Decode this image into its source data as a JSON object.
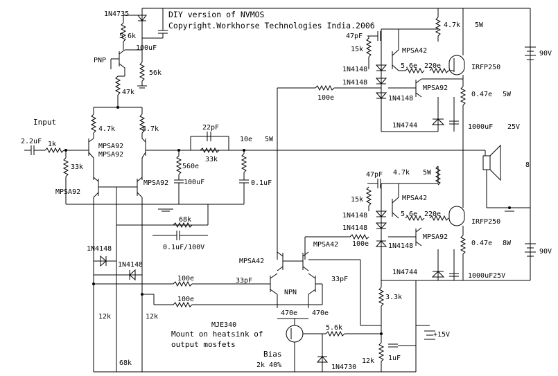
{
  "header": {
    "line1": "DIY version of NVMOS",
    "line2": "Copyright.Workhorse Technologies India.2006"
  },
  "labels": {
    "input": "Input",
    "pnp": "PNP",
    "npn": "NPN",
    "bias": "Bias",
    "mount_line1": "Mount on heatsink of",
    "mount_line2": "output mosfets"
  },
  "input_stage": {
    "zener": "1N4735",
    "r_56k_top": "5.6k",
    "cap_100uf": "100uF",
    "r_56k": "56k",
    "r_47k": "47k",
    "r_47k_left": "4.7k",
    "r_47k_right": "4.7k",
    "cin": "2.2uF",
    "rin": "1k",
    "r_33k": "33k",
    "q_pair1": "MPSA92",
    "q_pair2": "MPSA92",
    "q_mirror_left": "MPSA92",
    "q_mirror_right": "MPSA92"
  },
  "feedback": {
    "c_22pf": "22pF",
    "r_33k_fb": "33k",
    "r_560e": "560e",
    "c_100uf": "100uF",
    "r_10e": "10e",
    "r_10e_watt": "5W",
    "c_01uf": "0.1uF",
    "r_68k": "68k",
    "c_01uf_100v": "0.1uF/100V"
  },
  "upper_driver": {
    "r_47k": "4.7k",
    "r_47k_watt": "5W",
    "c_47pf": "47pF",
    "r_15k": "15k",
    "q_mpsa42": "MPSA42",
    "d1": "1N4148",
    "d2": "1N4148",
    "d3": "1N4148",
    "r_56e": "5.6e",
    "r_220e": "220e",
    "q_mosfet": "IRFP250",
    "q_mpsa92": "MPSA92",
    "r_100e": "100e",
    "r_047e": "0.47e",
    "r_047e_watt": "5W",
    "zener": "1N4744",
    "cap": "1000uF",
    "cap_v": "25V",
    "supply": "90V"
  },
  "lower_driver": {
    "c_47pf": "47pF",
    "r_47k": "4.7k",
    "r_47k_watt": "5W",
    "r_15k": "15k",
    "q_mpsa42": "MPSA42",
    "d1": "1N4148",
    "d2": "1N4148",
    "d3": "1N4148",
    "r_56e": "5.6e",
    "r_220e": "220e",
    "q_mosfet": "IRFP250",
    "q_mpsa92": "MPSA92",
    "r_100e": "100e",
    "r_047e": "0.47e",
    "r_047e_watt": "8W",
    "zener": "1N4744",
    "cap": "1000uF25V",
    "supply": "90V",
    "speaker_ohm": "8"
  },
  "bottom_stage": {
    "d_left1": "1N4148",
    "d_left2": "1N4148",
    "q_mpsa42_a": "MPSA42",
    "q_mpsa42_b": "MPSA42",
    "r_100e_a": "100e",
    "r_100e_b": "100e",
    "c_33pf_a": "33pF",
    "c_33pf_b": "33pF",
    "r_470e_a": "470e",
    "r_470e_b": "470e",
    "r_12k_a": "12k",
    "r_12k_b": "12k",
    "r_68k": "68k",
    "q_bias": "MJE340",
    "r_56k": "5.6k",
    "pot": "2k 40%",
    "zener": "1N4730",
    "r_33k": "3.3k",
    "r_12k_c": "12k",
    "c_1uf": "1uF",
    "supply": "+15V"
  }
}
